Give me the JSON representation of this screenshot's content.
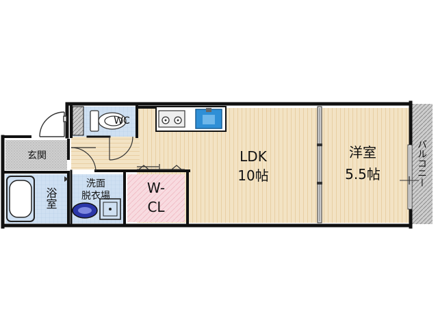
{
  "floorplan": {
    "rooms": {
      "ldk": {
        "name": "LDK",
        "size": "10帖"
      },
      "yoshitsu": {
        "name": "洋室",
        "size": "5.5帖"
      },
      "wcl": {
        "line1": "W-",
        "line2": "CL"
      },
      "wc": {
        "name": "WC"
      },
      "genkan": {
        "name": "玄関"
      },
      "bath": {
        "name": "浴室"
      },
      "senmen": {
        "line1": "洗面",
        "line2": "脱衣場"
      },
      "balcony": {
        "name": "バルコニー"
      }
    },
    "colors": {
      "ldk_floor": "#f3e3c4",
      "wood_line": "#e9d3aa",
      "wet_area": "#cfe0f2",
      "closet": "#f7d6dc",
      "entrance": "#c9c9c9",
      "balcony": "#c9c9c9",
      "wall": "#111111",
      "sink": "#2f8fd6"
    }
  }
}
